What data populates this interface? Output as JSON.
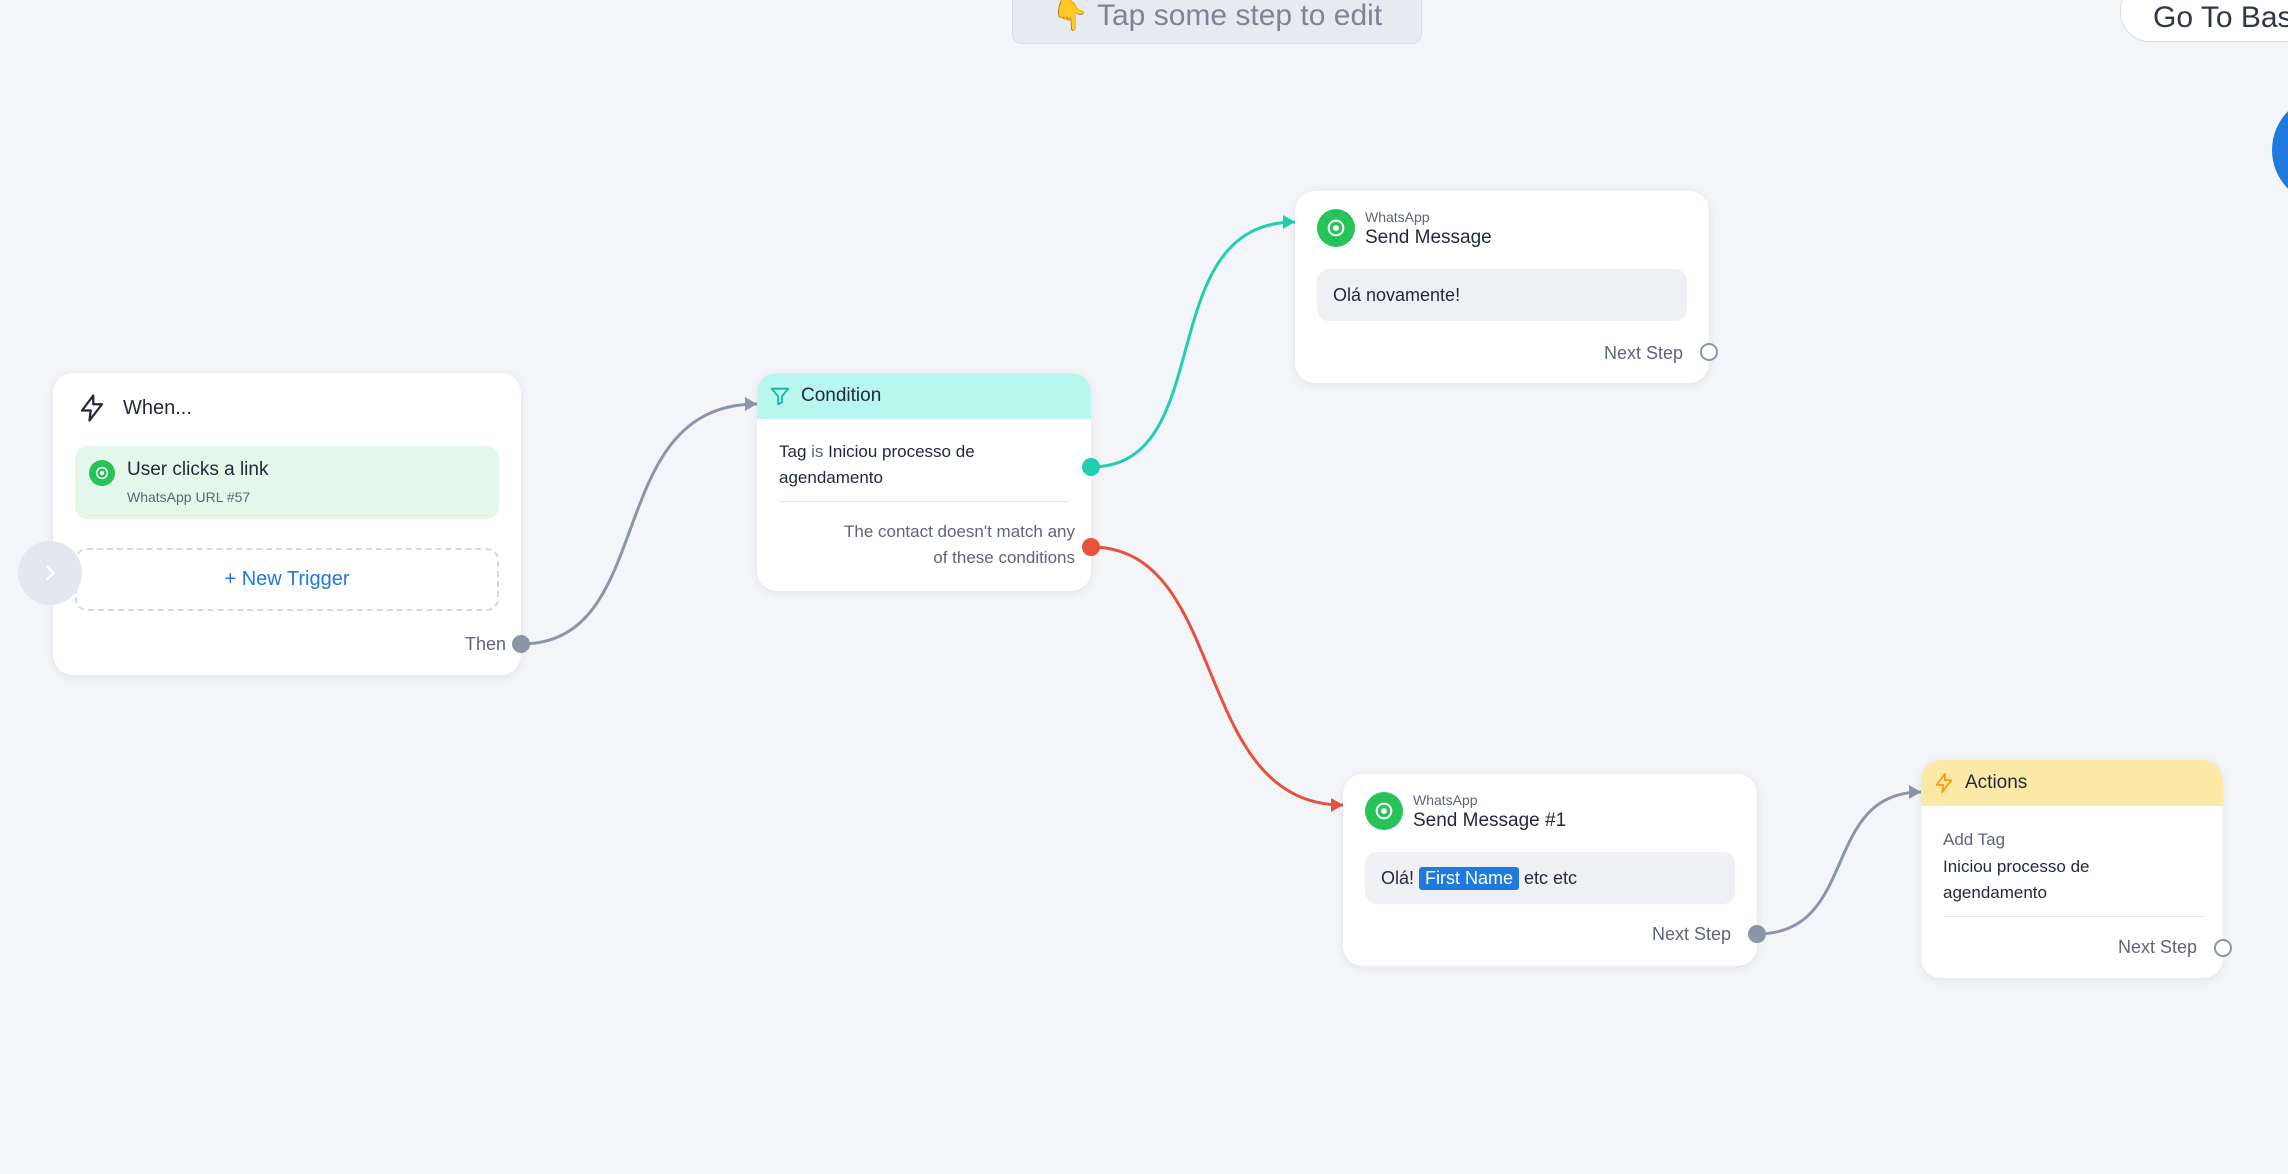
{
  "top_hint": "👇 Tap some step to edit",
  "go_back_button": "Go To Bas",
  "trigger": {
    "title": "When...",
    "item_title": "User clicks a link",
    "item_subtitle": "WhatsApp URL #57",
    "new_trigger_label": "+ New Trigger",
    "then_label": "Then"
  },
  "condition": {
    "title": "Condition",
    "rule_field": "Tag",
    "rule_operator": "is",
    "rule_value": "Iniciou processo de agendamento",
    "else_text_1": "The contact doesn't match any",
    "else_text_2": "of these conditions"
  },
  "message_1": {
    "channel": "WhatsApp",
    "title": "Send Message",
    "text": "Olá novamente!",
    "next_label": "Next Step"
  },
  "message_2": {
    "channel": "WhatsApp",
    "title": "Send Message #1",
    "text_before": "Olá!",
    "variable": "First Name",
    "text_after": "etc etc",
    "next_label": "Next Step"
  },
  "actions": {
    "title": "Actions",
    "action_label": "Add Tag",
    "action_value": "Iniciou processo de agendamento",
    "next_label": "Next Step"
  },
  "colors": {
    "canvas": "#f3f5f9",
    "accent_blue": "#1f7ae0",
    "whatsapp_green": "#25c35a",
    "condition_header": "#b7f7ee",
    "actions_header": "#fde9a7",
    "edge_true": "#1fcfae",
    "edge_false": "#e5533d",
    "edge_default": "#8a96a8"
  }
}
